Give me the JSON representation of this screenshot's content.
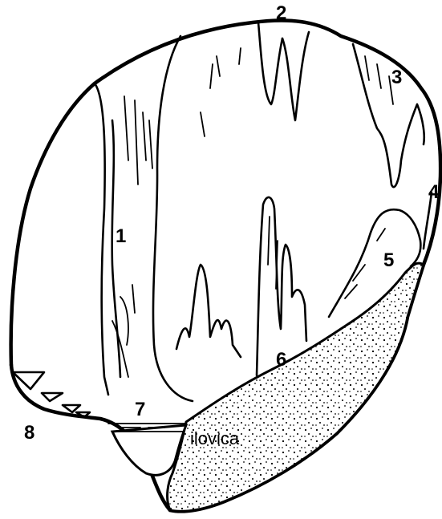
{
  "labels": {
    "l1": "1",
    "l2": "2",
    "l3": "3",
    "l4": "4",
    "l5": "5",
    "l6": "6",
    "l7": "7",
    "l8": "8",
    "clay": "ilovica"
  },
  "colors": {
    "ink": "#000000",
    "paper": "#ffffff"
  }
}
